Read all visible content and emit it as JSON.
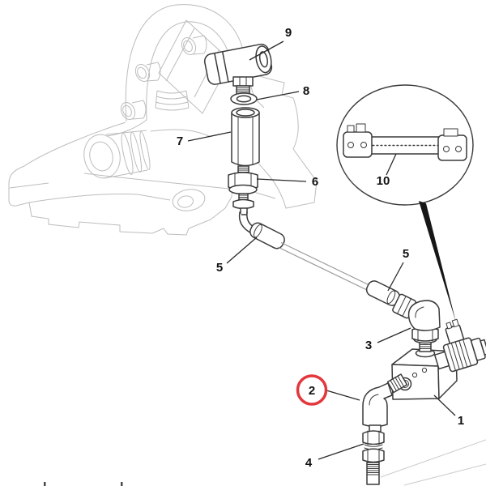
{
  "figure": {
    "kind": "exploded-parts-diagram",
    "subject": "hydraulic solenoid valve, hoses and fittings on machine frame",
    "colors": {
      "background": "#ffffff",
      "part_line": "#3a3a3a",
      "frame_line": "#bdbdbd",
      "leader_line": "#2a2a2a",
      "label_text": "#111111",
      "highlight_circle": "#e2383d"
    },
    "callouts": {
      "c1": {
        "label": "1"
      },
      "c2": {
        "label": "2",
        "highlighted": true
      },
      "c3": {
        "label": "3"
      },
      "c4": {
        "label": "4"
      },
      "c5a": {
        "label": "5"
      },
      "c5b": {
        "label": "5"
      },
      "c6": {
        "label": "6"
      },
      "c7": {
        "label": "7"
      },
      "c8": {
        "label": "8"
      },
      "c9": {
        "label": "9"
      },
      "c10": {
        "label": "10"
      }
    }
  }
}
